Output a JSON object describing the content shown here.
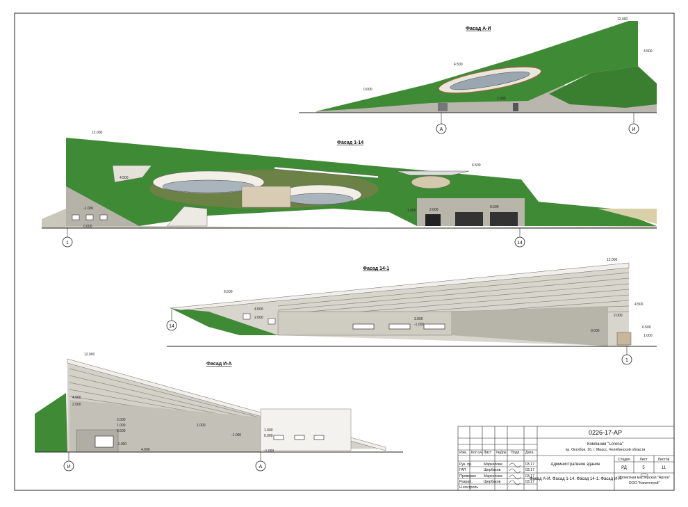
{
  "facades": {
    "ai": {
      "title": "Фасад А-И",
      "axis_left": "А",
      "axis_right": "И",
      "levels": [
        "12.000",
        "4.500",
        "4.500",
        "0.000",
        "1.000"
      ]
    },
    "f114": {
      "title": "Фасад 1-14",
      "axis_left": "1",
      "axis_right": "14",
      "levels": [
        "12.000",
        "4.500",
        "6.500",
        "-1.000",
        "0.000",
        "1.000",
        "2.000",
        "0.500"
      ]
    },
    "f141": {
      "title": "Фасад 14-1",
      "axis_left": "14",
      "axis_right": "1",
      "levels": [
        "12.000",
        "6.500",
        "4.500",
        "2.000",
        "0.000",
        "3.000",
        "-1.000",
        "4.500",
        "2.000",
        "0.500",
        "1.000"
      ]
    },
    "ia": {
      "title": "Фасад И-А",
      "axis_left": "И",
      "axis_right": "А",
      "levels": [
        "12.000",
        "4.500",
        "2.500",
        "2.000",
        "1.000",
        "0.500",
        "-1.000",
        "1.000",
        "-1.000",
        "4.000",
        "1.000",
        "0.000",
        "-1.000"
      ]
    }
  },
  "title_block": {
    "code": "0226-17-АР",
    "company": "Компания \"Lorena\"",
    "address": "пр. Октября, 16, г. Миасс, Челябинской области",
    "building": "Администратвное здание",
    "sheet_name": "Фасад А-И. Фасад 1-14. Фасад 14-1. Фасад И-А",
    "firm_line1": "Проектная мастерская \"Архон\"",
    "firm_line2": "ООО \"Капитстрой\"",
    "col_headers": [
      "Изм.",
      "Кол.уч.",
      "Лист",
      "№Док.",
      "Подп.",
      "Дата"
    ],
    "stage_headers": [
      "Стадия",
      "Лист",
      "Листов"
    ],
    "stage_values": [
      "РД",
      "5",
      "11"
    ],
    "roles": [
      {
        "role": "Рук. пр.",
        "name": "Маркелова",
        "date": "03.17"
      },
      {
        "role": "ГАП",
        "name": "Щербаков",
        "date": "03.17"
      },
      {
        "role": "Проверил",
        "name": "Маркелова",
        "date": "03.17"
      },
      {
        "role": "Разраб.",
        "name": "Щербаков",
        "date": "03.17"
      },
      {
        "role": "Н.контроль",
        "name": "",
        "date": ""
      }
    ]
  }
}
